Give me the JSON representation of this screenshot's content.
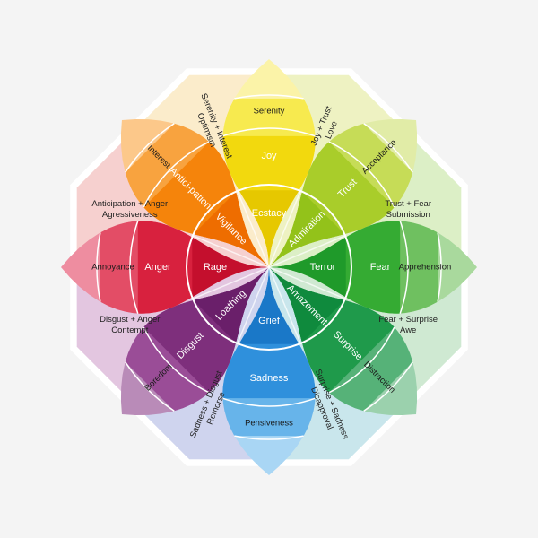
{
  "center_color": "#3a3a3a",
  "petals": [
    {
      "inner": "Ecstacy",
      "middle": "Joy",
      "outer": "Serenity",
      "inner_color": "#e6c800",
      "middle_color": "#f2d90e",
      "outer_color": "#f7ea4f",
      "tip_color": "#fbf3a8"
    },
    {
      "inner": "Admiration",
      "middle": "Trust",
      "outer": "Acceptance",
      "inner_color": "#93c21a",
      "middle_color": "#a9cd2a",
      "outer_color": "#c6dc57",
      "tip_color": "#e1eca7"
    },
    {
      "inner": "Terror",
      "middle": "Fear",
      "outer": "Apprehension",
      "inner_color": "#1f9a2a",
      "middle_color": "#35ab33",
      "outer_color": "#6fc060",
      "tip_color": "#a9d99d"
    },
    {
      "inner": "Amazement",
      "middle": "Surprise",
      "outer": "Distraction",
      "inner_color": "#0f8a3d",
      "middle_color": "#1f9a4b",
      "outer_color": "#56b278",
      "tip_color": "#9bd1ad"
    },
    {
      "inner": "Grief",
      "middle": "Sadness",
      "outer": "Pensiveness",
      "inner_color": "#1a78c8",
      "middle_color": "#2f90dc",
      "outer_color": "#67b4ea",
      "tip_color": "#a9d6f4"
    },
    {
      "inner": "Loathing",
      "middle": "Disgust",
      "outer": "Boredom",
      "inner_color": "#6a1f6a",
      "middle_color": "#7e2f7c",
      "outer_color": "#9a4d97",
      "tip_color": "#b98bb8"
    },
    {
      "inner": "Rage",
      "middle": "Anger",
      "outer": "Annoyance",
      "inner_color": "#c40f2d",
      "middle_color": "#d8213e",
      "outer_color": "#e34d66",
      "tip_color": "#ee8da0"
    },
    {
      "inner": "Vigilance",
      "middle": "Antici-pation",
      "outer": "Interest",
      "inner_color": "#ee6d00",
      "middle_color": "#f5840b",
      "outer_color": "#f8a33f",
      "tip_color": "#fcc88a"
    }
  ],
  "dyads": [
    {
      "lines": [
        "Joy + Trust",
        "Love"
      ],
      "color": "#eef2c2"
    },
    {
      "lines": [
        "Trust + Fear",
        "Submission"
      ],
      "color": "#dcefc6"
    },
    {
      "lines": [
        "Fear + Surprise",
        "Awe"
      ],
      "color": "#cfe9d2"
    },
    {
      "lines": [
        "Surprise + Sadness",
        "Disapproval"
      ],
      "color": "#c9e6ec"
    },
    {
      "lines": [
        "Sadness + Disgust",
        "Remorse"
      ],
      "color": "#cfd4ee"
    },
    {
      "lines": [
        "Disgust + Anger",
        "Contempt"
      ],
      "color": "#e3c6e0"
    },
    {
      "lines": [
        "Anticipation + Anger",
        "Agressiveness"
      ],
      "color": "#f6d0cf"
    },
    {
      "lines": [
        "Serenity + Interest",
        "Optimism"
      ],
      "color": "#fbeccb"
    }
  ]
}
